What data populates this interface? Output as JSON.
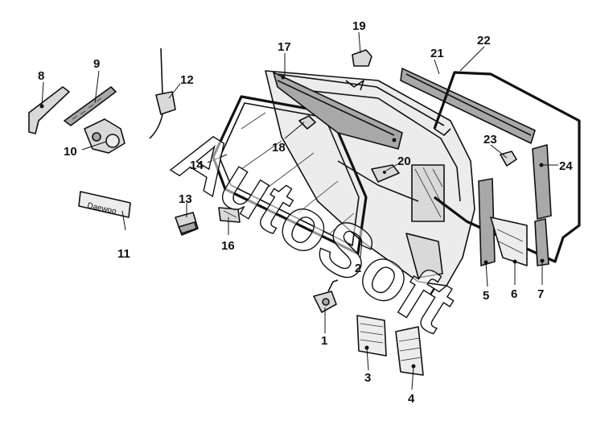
{
  "watermark": "AutoSoft",
  "badge_text": "Daewoo",
  "callouts": {
    "c1": "1",
    "c2": "2",
    "c3": "3",
    "c4": "4",
    "c5": "5",
    "c6": "6",
    "c7": "7",
    "c8": "8",
    "c9": "9",
    "c10": "10",
    "c11": "11",
    "c12": "12",
    "c13": "13",
    "c14": "14",
    "c16": "16",
    "c17": "17",
    "c18": "18",
    "c19": "19",
    "c20": "20",
    "c21": "21",
    "c22": "22",
    "c23": "23",
    "c24": "24"
  }
}
